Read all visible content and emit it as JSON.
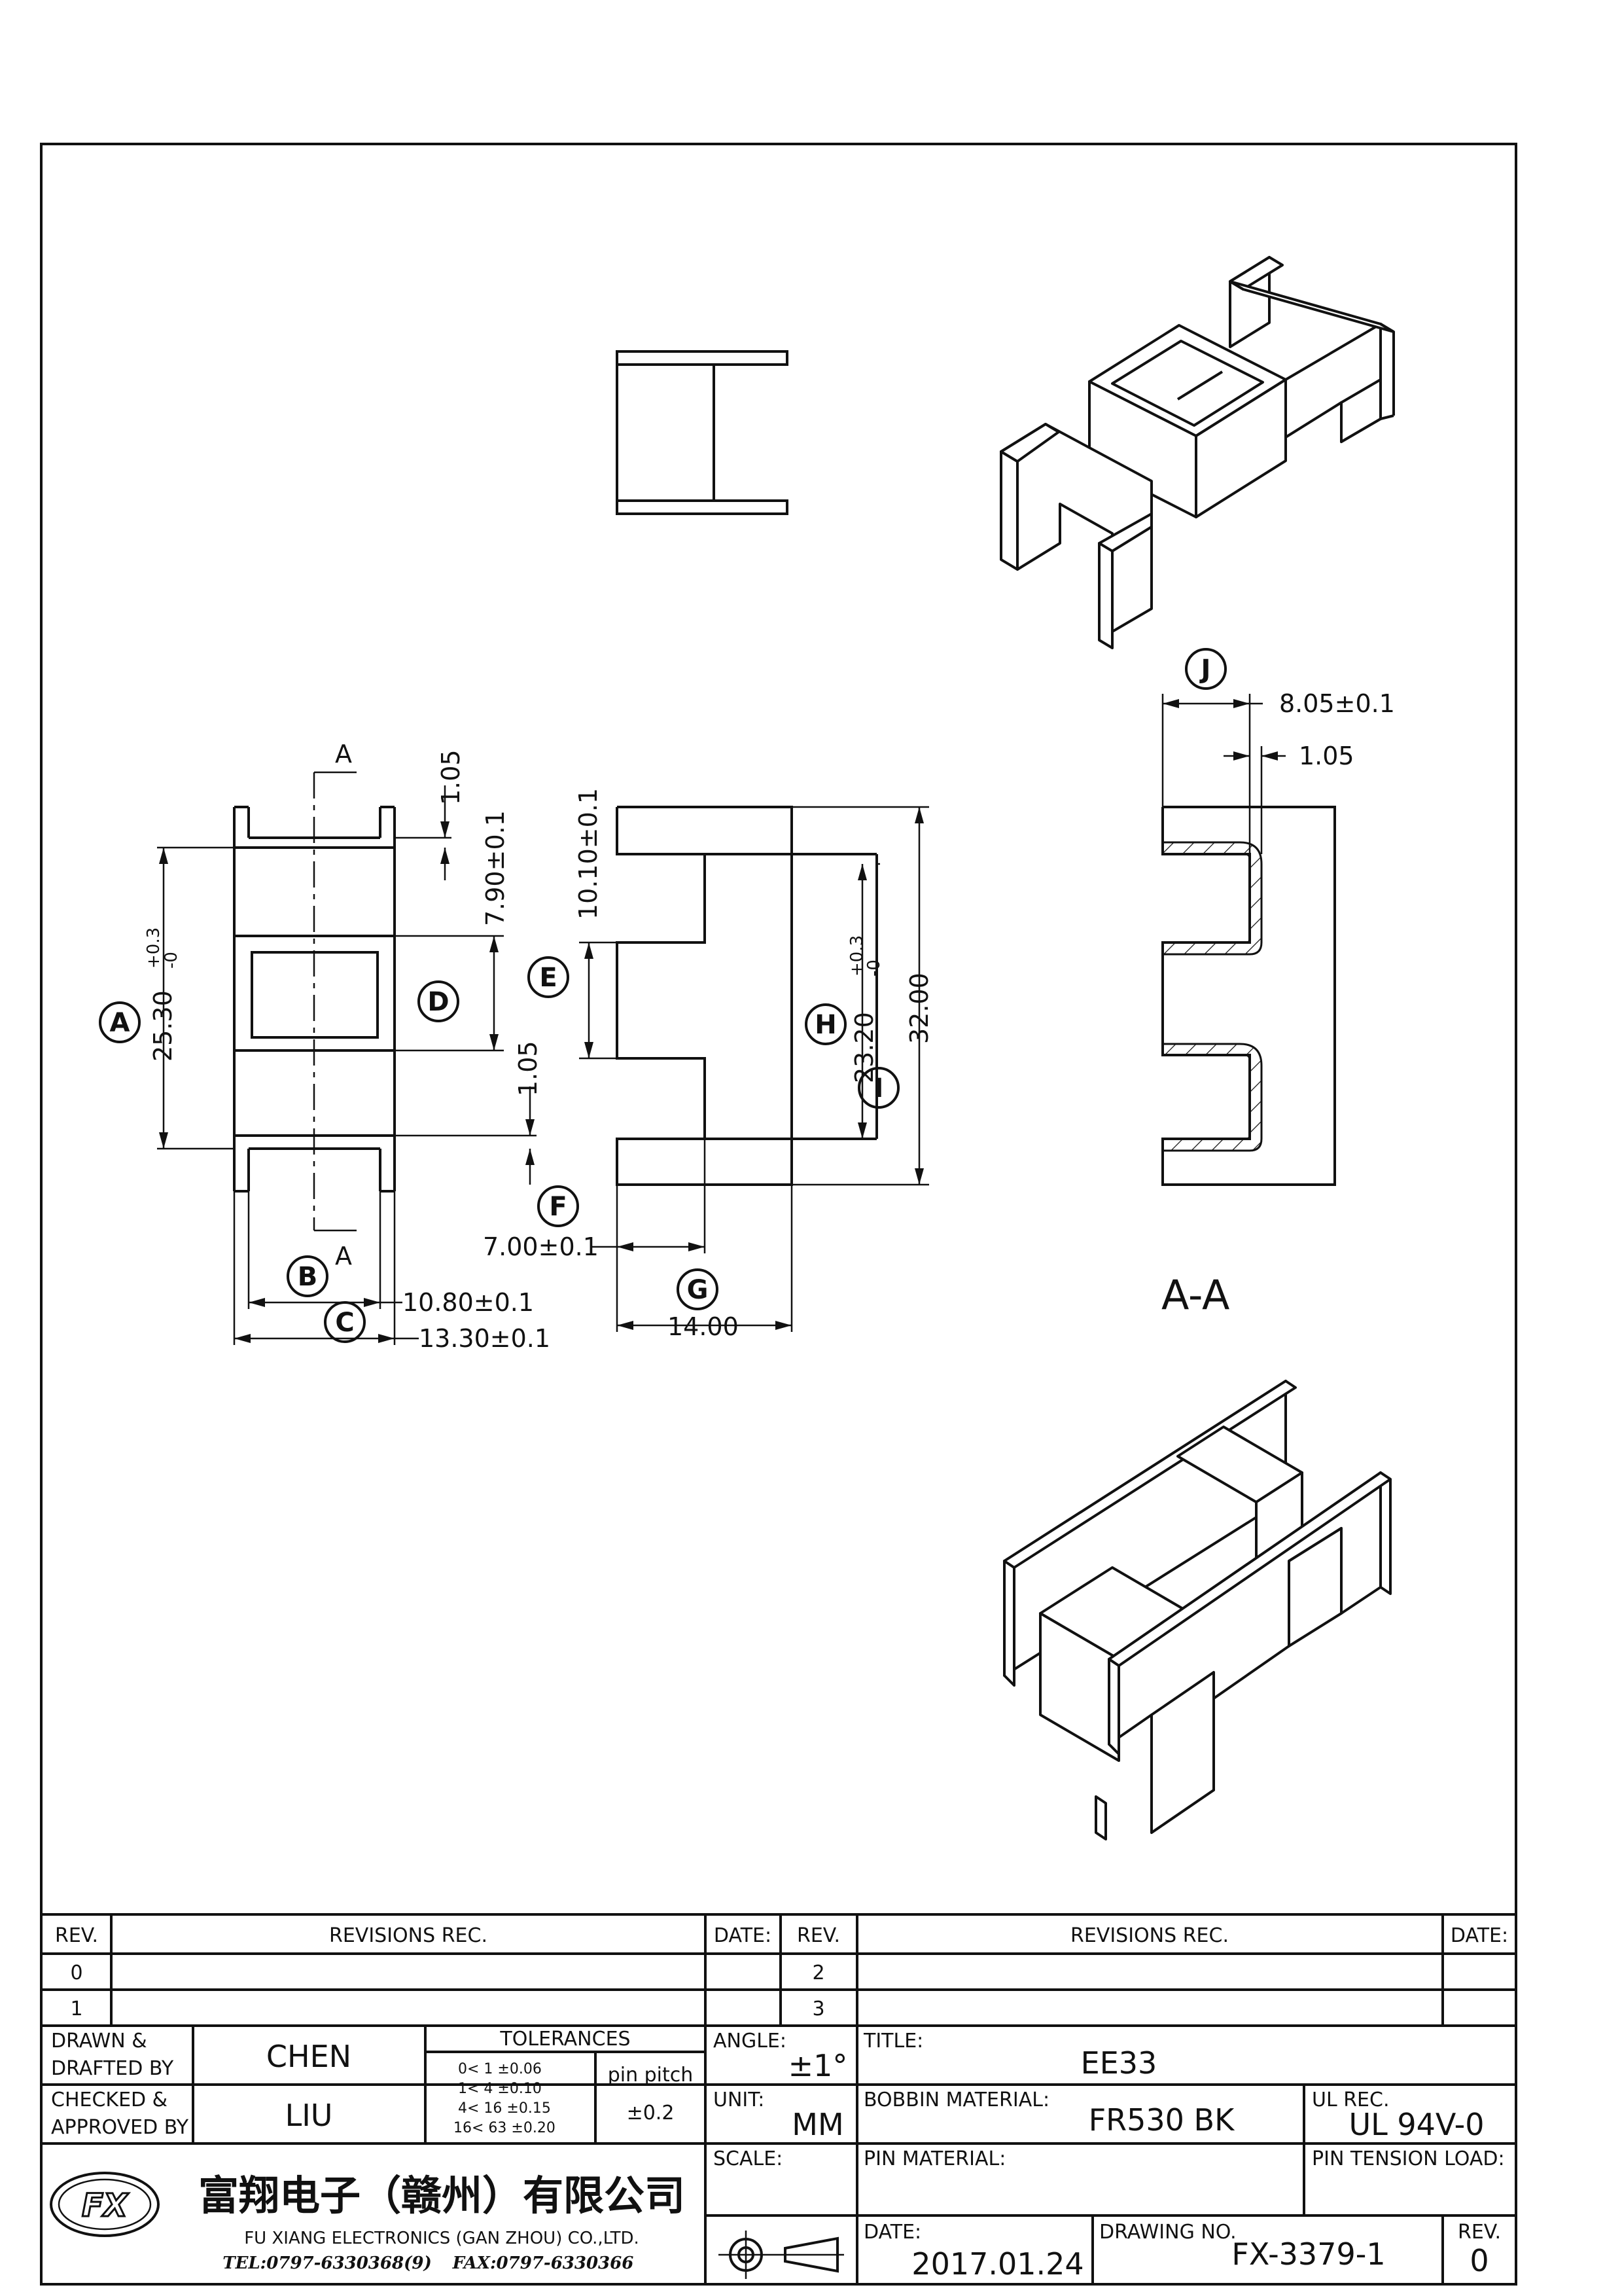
{
  "drawing": {
    "section_marker": "A",
    "section_label": "A-A",
    "balloons": [
      "A",
      "B",
      "C",
      "D",
      "E",
      "F",
      "G",
      "H",
      "I",
      "J"
    ],
    "dimensions": {
      "a": "25.30",
      "a_tol_upper": "+0.3",
      "a_tol_lower": "-0",
      "h": "23.20",
      "h_tol_upper": "+0.3",
      "h_tol_lower": "-0",
      "d": "7.90±0.1",
      "wall_top": "1.05",
      "wall_bottom": "1.05",
      "b": "10.80±0.1",
      "c": "13.30±0.1",
      "e": "10.10±0.1",
      "f": "7.00±0.1",
      "g": "14.00",
      "i": "32.00",
      "j": "8.05±0.1",
      "j_wall": "1.05"
    }
  },
  "revision_table": {
    "headers": [
      "REV.",
      "REVISIONS   REC.",
      "DATE:",
      "REV.",
      "REVISIONS   REC.",
      "DATE:"
    ],
    "left_revs": [
      "0",
      "1"
    ],
    "right_revs": [
      "2",
      "3"
    ]
  },
  "title_block": {
    "drawn_label_1": "DRAWN &",
    "drawn_label_2": "DRAFTED BY",
    "drawn_by": "CHEN",
    "checked_label_1": "CHECKED &",
    "checked_label_2": "APPROVED BY",
    "checked_by": "LIU",
    "tolerances_title": "TOLERANCES",
    "tolerance_rows": [
      "0<   1    ±0.06",
      "1<   4    ±0.10",
      "4<  16  ±0.15",
      "16<  63  ±0.20"
    ],
    "pin_pitch_label": "pin  pitch",
    "pin_pitch_value": "±0.2",
    "angle_label": "ANGLE:",
    "angle_value": "±1°",
    "unit_label": "UNIT:",
    "unit_value": "MM",
    "scale_label": "SCALE:",
    "title_label": "TITLE:",
    "title_value": "EE33",
    "bobbin_label": "BOBBIN  MATERIAL:",
    "bobbin_value": "FR530  BK",
    "ul_label": "UL  REC.",
    "ul_value": "UL  94V-0",
    "pin_material_label": "PIN  MATERIAL:",
    "pin_tension_label": "PIN  TENSION  LOAD:",
    "date_label": "DATE:",
    "date_value": "2017.01.24",
    "drawing_no_label": "DRAWING  NO.",
    "drawing_no_value": "FX-3379-1",
    "rev_label": "REV.",
    "rev_value": "0",
    "company_cn": "富翔电子（赣州）有限公司",
    "company_en": "FU  XIANG  ELECTRONICS  (GAN  ZHOU)  CO.,LTD.",
    "tel": "TEL:0797-6330368(9)",
    "fax": "FAX:0797-6330366",
    "logo_text": "FX"
  }
}
